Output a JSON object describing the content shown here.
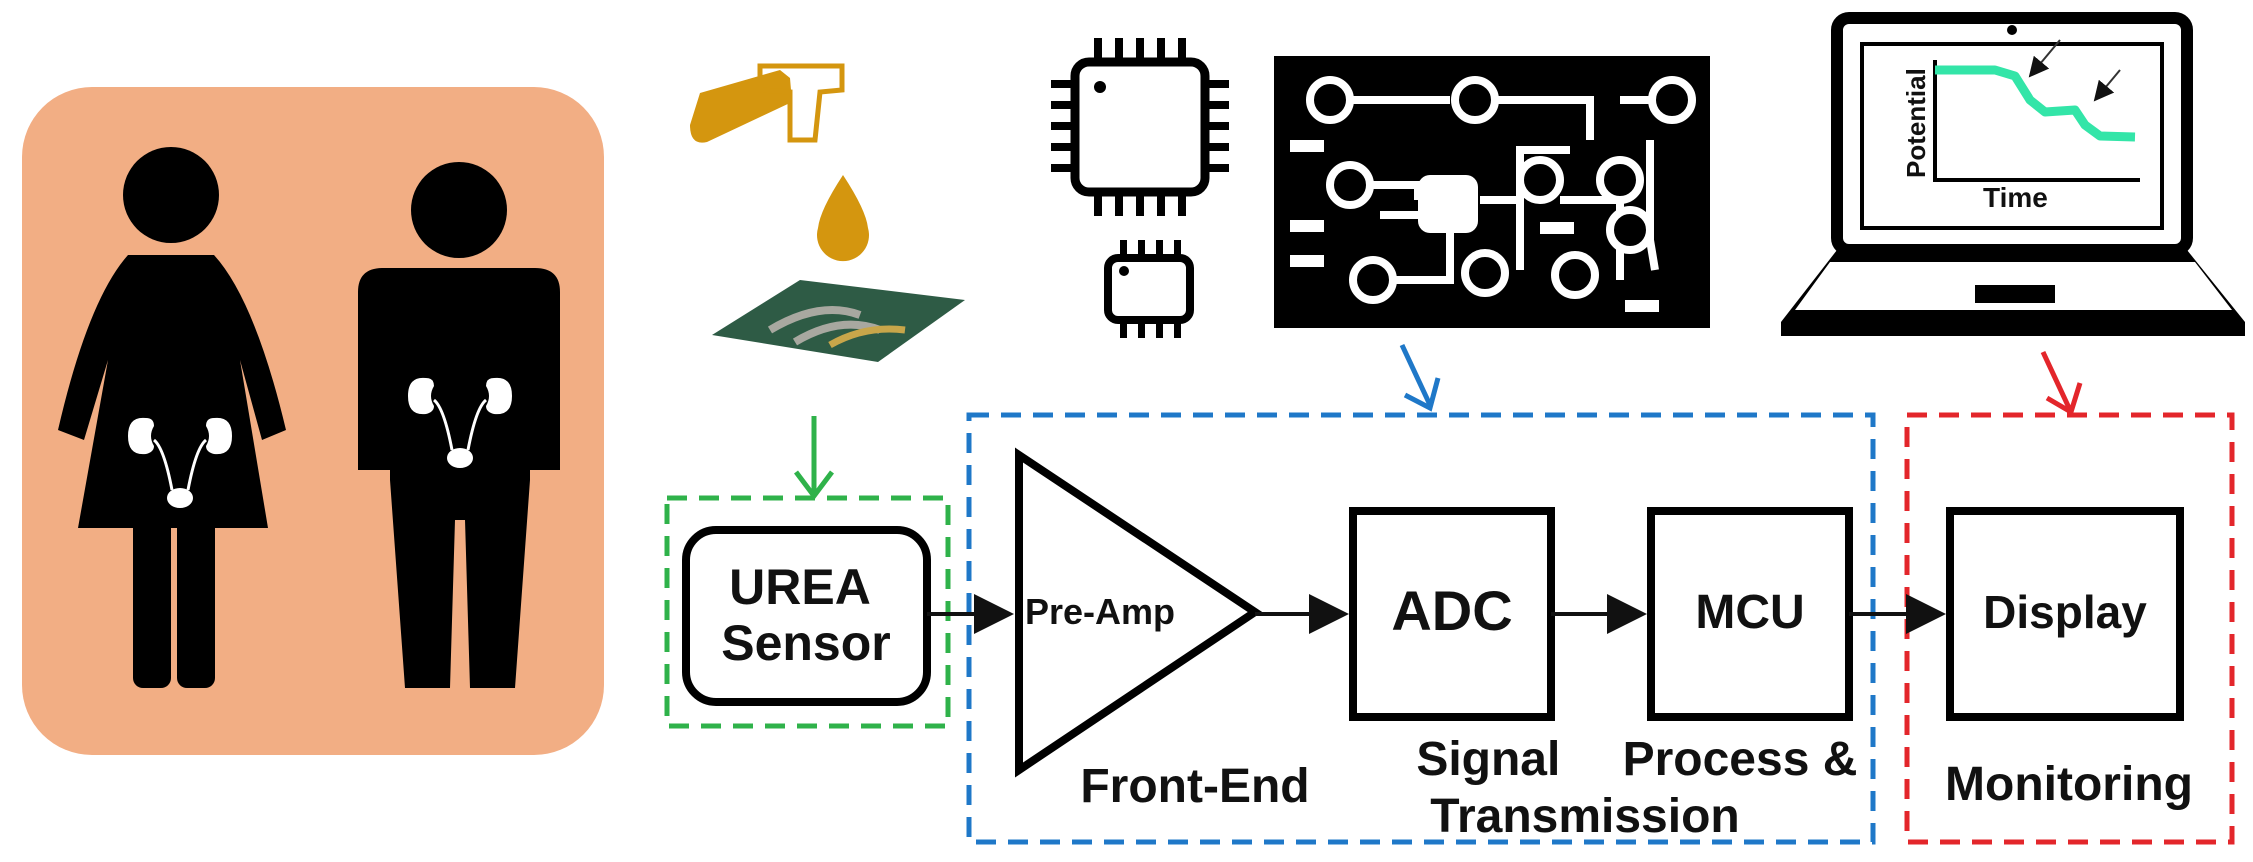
{
  "blocks": {
    "sensor": "UREA\nSensor",
    "preamp": "Pre-Amp",
    "adc": "ADC",
    "mcu": "MCU",
    "display": "Display"
  },
  "stage_labels": {
    "front_end": "Front-End",
    "signal_transmission": "Signal\nTransmission",
    "process": "Process &",
    "monitoring": "Monitoring"
  },
  "laptop_chart": {
    "ylabel": "Potential",
    "xlabel": "Time"
  },
  "colors": {
    "patient_panel": "#f2ae84",
    "green_group": "#2fb24a",
    "blue_group": "#1f78c8",
    "red_group": "#e3262b",
    "reagent": "#d4960f",
    "strip_board": "#2e5b45",
    "signal_trace": "#33e5a8"
  },
  "icons": [
    "female-figure-icon",
    "male-figure-icon",
    "kidney-icon",
    "test-tube-icon",
    "droplet-icon",
    "sensor-strip-icon",
    "microchip-icon",
    "pcb-icon",
    "laptop-icon"
  ]
}
